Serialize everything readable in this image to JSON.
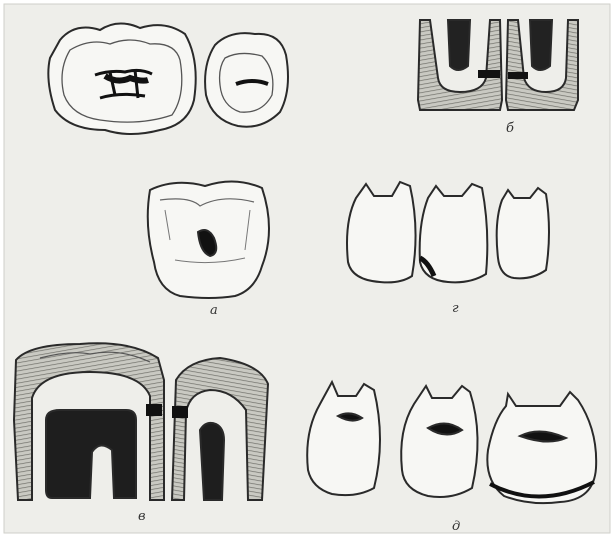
{
  "labels": {
    "a": "а",
    "b": "б",
    "v": "в",
    "g": "г",
    "d": "д"
  },
  "colors": {
    "paper": "#eeeeea",
    "ink": "#2a2a2a",
    "hatch": "#8a8a84",
    "pulp": "#1e1e1e",
    "enamel_fill": "#f7f7f4"
  }
}
